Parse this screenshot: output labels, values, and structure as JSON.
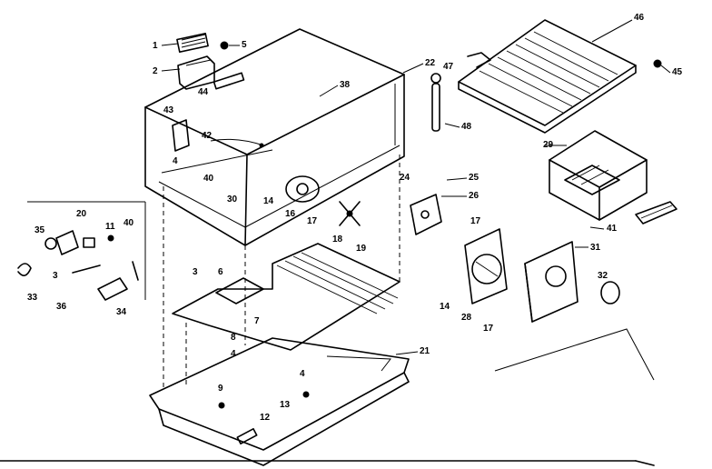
{
  "diagram": {
    "callouts": [
      "1",
      "5",
      "2",
      "44",
      "43",
      "42",
      "4",
      "38",
      "40",
      "30",
      "22",
      "47",
      "46",
      "45",
      "48",
      "29",
      "24",
      "25",
      "26",
      "16",
      "17",
      "18",
      "19",
      "14",
      "31",
      "32",
      "28",
      "17",
      "17",
      "41",
      "20",
      "11",
      "40",
      "35",
      "3",
      "33",
      "36",
      "34",
      "3",
      "6",
      "7",
      "8",
      "21",
      "4",
      "13",
      "9",
      "12",
      "4",
      "14"
    ]
  },
  "colors": {
    "ink": "#000000",
    "paper": "#ffffff"
  }
}
